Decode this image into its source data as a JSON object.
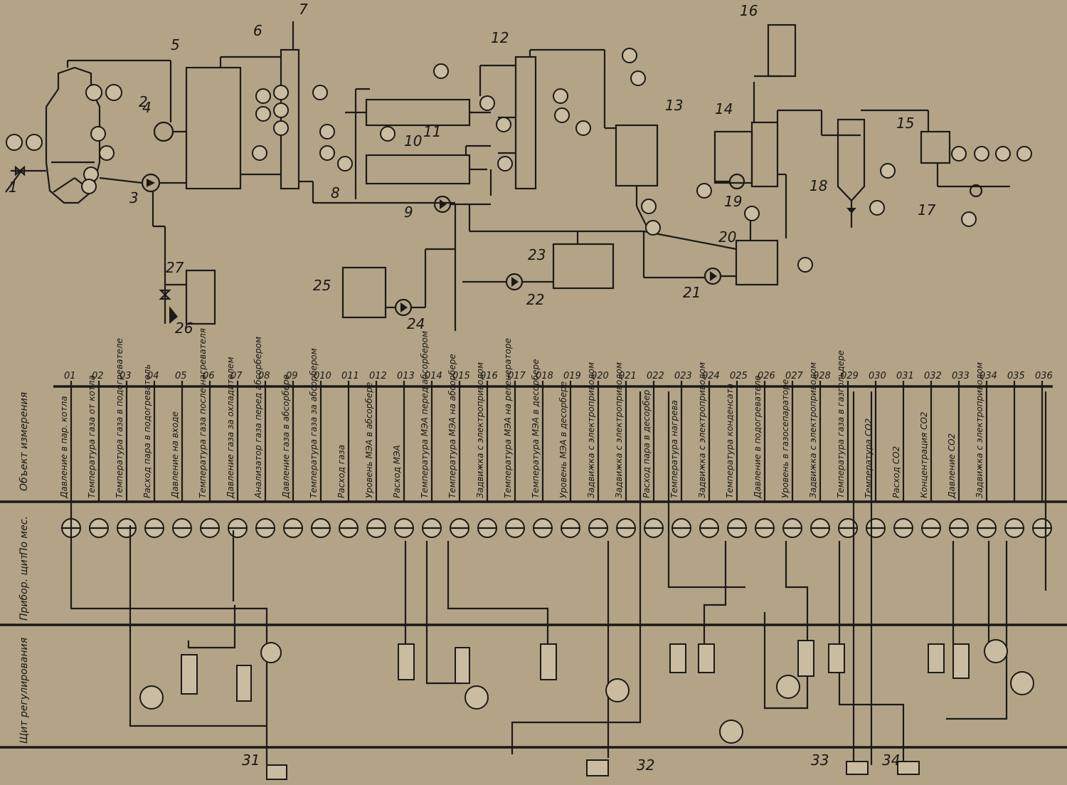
{
  "equipment": [
    {
      "id": "eq1",
      "label": "1"
    },
    {
      "id": "eq2",
      "label": "2"
    },
    {
      "id": "eq3",
      "label": "3"
    },
    {
      "id": "eq4",
      "label": "4"
    },
    {
      "id": "eq5",
      "label": "5"
    },
    {
      "id": "eq6",
      "label": "6"
    },
    {
      "id": "eq7",
      "label": "7"
    },
    {
      "id": "eq8",
      "label": "8"
    },
    {
      "id": "eq9",
      "label": "9"
    },
    {
      "id": "eq10",
      "label": "10"
    },
    {
      "id": "eq11",
      "label": "11"
    },
    {
      "id": "eq12",
      "label": "12"
    },
    {
      "id": "eq13",
      "label": "13"
    },
    {
      "id": "eq14",
      "label": "14"
    },
    {
      "id": "eq15",
      "label": "15"
    },
    {
      "id": "eq16",
      "label": "16"
    },
    {
      "id": "eq17",
      "label": "17"
    },
    {
      "id": "eq18",
      "label": "18"
    },
    {
      "id": "eq19",
      "label": "19"
    },
    {
      "id": "eq20",
      "label": "20"
    },
    {
      "id": "eq21",
      "label": "21"
    },
    {
      "id": "eq22",
      "label": "22"
    },
    {
      "id": "eq23",
      "label": "23"
    },
    {
      "id": "eq24",
      "label": "24"
    },
    {
      "id": "eq25",
      "label": "25"
    },
    {
      "id": "eq26",
      "label": "26"
    },
    {
      "id": "eq27",
      "label": "27"
    }
  ],
  "sections": {
    "object": "Объект измерения",
    "local": "По мес.",
    "devices": "Прибор. щит",
    "panel": "Щит регулирования"
  },
  "positions": [
    "01",
    "02",
    "03",
    "04",
    "05",
    "06",
    "07",
    "08",
    "09",
    "010",
    "011",
    "012",
    "013",
    "014",
    "015",
    "016",
    "017",
    "018",
    "019",
    "020",
    "021",
    "022",
    "023",
    "024",
    "025",
    "026",
    "027",
    "028",
    "029",
    "030",
    "031",
    "032",
    "033",
    "034",
    "035",
    "036"
  ],
  "measured": [
    "Давление в пар. котла",
    "Температура газа от котла",
    "Температура газа в подогревателе",
    "Расход пара в подогреватель",
    "Давление на входе",
    "Температура газа после нагревателя",
    "Давление газа за охладителем",
    "Анализатор газа перед абсорбером",
    "Давление газа в абсорбере",
    "Температура газа за абсорбером",
    "Расход газа",
    "Уровень МЭА в абсорбере",
    "Расход МЭА",
    "Температура МЭА перед абсорбером",
    "Температура МЭА на абсорбере",
    "Задвижка с электроприводом",
    "Температура МЭА на регенераторе",
    "Температура МЭА в десорбере",
    "Уровень МЭА в десорбере",
    "Задвижка с электроприводом",
    "Задвижка с электроприводом",
    "Расход пара в десорбер",
    "Температура нагрева",
    "Задвижка с электроприводом",
    "Температура конденсата",
    "Давление в подогревателе",
    "Уровень в газосепараторе",
    "Задвижка с электроприводом",
    "Температура газа в газгольдере",
    "Температура CO2",
    "Расход CO2",
    "Концентрация CO2",
    "Давление CO2",
    "Задвижка с электроприводом"
  ],
  "instrument_tags": {
    "top": [
      "01",
      "02",
      "03",
      "04",
      "05",
      "06",
      "07",
      "08",
      "09",
      "010",
      "011",
      "012",
      "013",
      "014",
      "015",
      "016",
      "017",
      "018",
      "019",
      "020",
      "021",
      "022",
      "023",
      "024",
      "025",
      "026",
      "027",
      "028",
      "029",
      "030",
      "031",
      "032",
      "033",
      "034",
      "035",
      "036"
    ]
  },
  "board_labels": {
    "b31": "31",
    "b32": "32",
    "b33": "33",
    "b34": "34"
  }
}
